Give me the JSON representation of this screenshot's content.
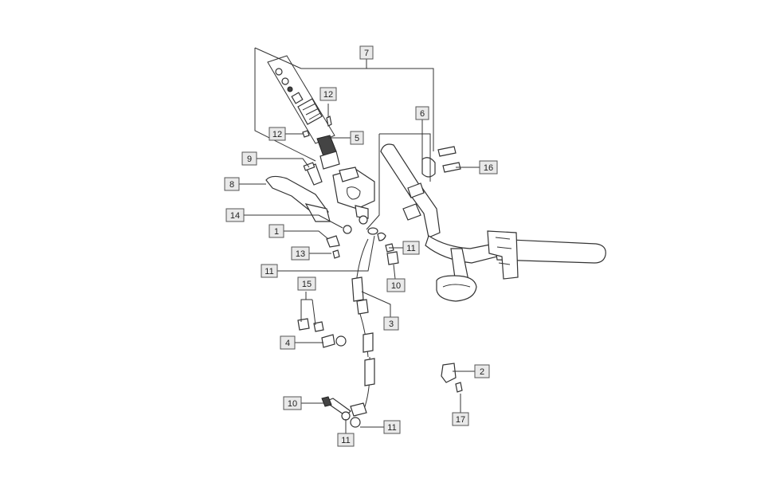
{
  "diagram": {
    "type": "exploded-parts-diagram",
    "callouts": {
      "c1": "1",
      "c2": "2",
      "c3": "3",
      "c4": "4",
      "c5": "5",
      "c6": "6",
      "c7": "7",
      "c8": "8",
      "c9": "9",
      "c10a": "10",
      "c10b": "10",
      "c11a": "11",
      "c11b": "11",
      "c11c": "11",
      "c11d": "11",
      "c12a": "12",
      "c12b": "12",
      "c13": "13",
      "c14": "14",
      "c15": "15",
      "c16": "16",
      "c17": "17"
    }
  }
}
